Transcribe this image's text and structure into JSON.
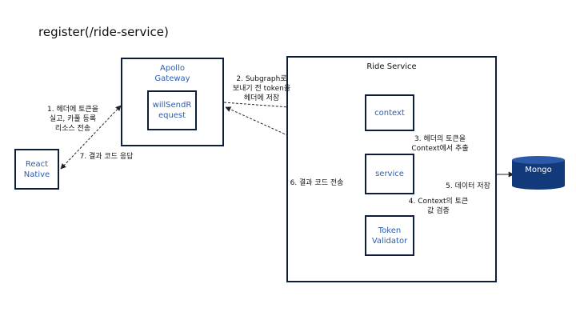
{
  "title": "register(/ride-service)",
  "nodes": {
    "react_native": "React\nNative",
    "gateway": "Apollo\nGateway",
    "will_send_request": "willSendR\nequest",
    "ride_service": "Ride Service",
    "context": "context",
    "service": "service",
    "token_validator": "Token\nValidator",
    "mongo": "Mongo"
  },
  "edges": {
    "e1": "1. 헤더에 토큰을\n실고, 카풀 등록\n리소스 전송",
    "e2": "2. Subgraph로\n보내기 전 token을\n헤더에 저장",
    "e3": "3. 헤더의 토큰을\nContext에서 추출",
    "e4": "4. Context의 토큰\n값 검증",
    "e5": "5. 데이터 저장",
    "e6": "6. 결과 코드 전송",
    "e7": "7. 결과 코드 응답"
  },
  "colors": {
    "box_border": "#0d1e3a",
    "node_text": "#2a5cb6",
    "mongo_fill": "#123a7a"
  }
}
